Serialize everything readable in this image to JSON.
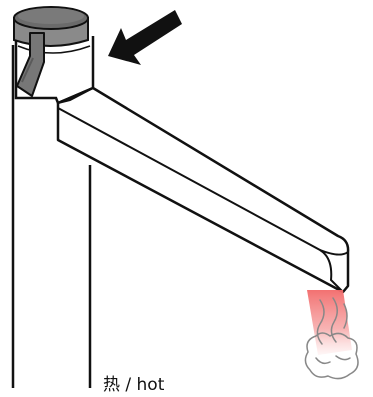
{
  "diagram": {
    "caption": "热 / hot",
    "colors": {
      "outline": "#111111",
      "knob_top": "#6b6b6b",
      "knob_body": "#8a8a8a",
      "lever": "#777777",
      "hot_water": "#f26a6a",
      "steam": "#888888"
    },
    "icons": [
      "faucet-body",
      "mixer-knob",
      "lever-handle",
      "direction-arrow",
      "spout",
      "hot-water-stream",
      "steam"
    ]
  }
}
